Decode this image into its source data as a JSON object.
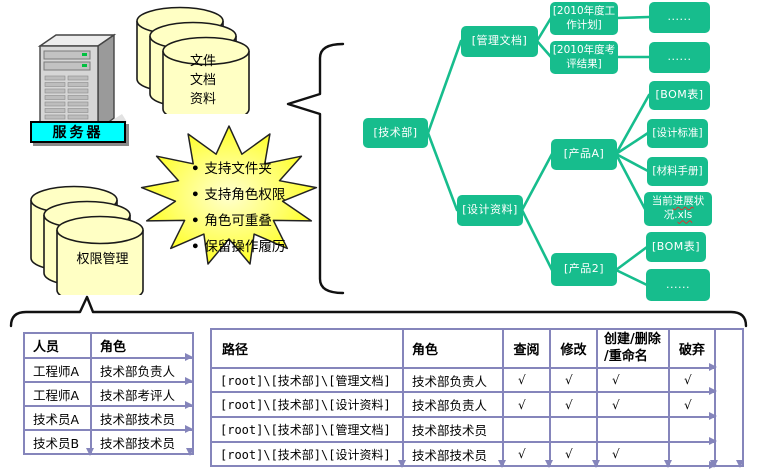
{
  "server": {
    "label": "服务器"
  },
  "datastores": {
    "files_label": "文件\n文档\n资料",
    "permissions_label": "权限管理"
  },
  "starburst": {
    "items": [
      "支持文件夹",
      "支持角色权限",
      "角色可重叠",
      "保留操作履历"
    ]
  },
  "tree": {
    "root": "[技术部]",
    "level2": {
      "mgmt": "[管理文档]",
      "design": "[设计资料]"
    },
    "level3": {
      "plan": "[2010年度工作计划]",
      "eval": "[2010年度考评结果]",
      "product_a": "[产品A]",
      "product_2": "[产品2]"
    },
    "level4": {
      "dots1": "......",
      "dots2": "......",
      "bom_a": "[BOM表]",
      "design_std": "[设计标准]",
      "material_manual": "[材料手册]",
      "progress_pre": "当前",
      "progress_sq1": "进展",
      "progress_mid": "状况.",
      "progress_sq2": "xls",
      "bom_2": "[BOM表]",
      "dots3": "......"
    }
  },
  "people_table": {
    "headers": [
      "人员",
      "角色"
    ],
    "rows": [
      [
        "工程师A",
        "技术部负责人"
      ],
      [
        "工程师A",
        "技术部考评人"
      ],
      [
        "技术员A",
        "技术部技术员"
      ],
      [
        "技术员B",
        "技术部技术员"
      ]
    ]
  },
  "acl_table": {
    "headers": [
      "路径",
      "角色",
      "查阅",
      "修改",
      "创建/删除\n/重命名",
      "破弃"
    ],
    "rows": [
      [
        "[root]\\[技术部]\\[管理文档]",
        "技术部负责人",
        "√",
        "√",
        "√",
        "√"
      ],
      [
        "[root]\\[技术部]\\[设计资料]",
        "技术部负责人",
        "√",
        "√",
        "√",
        "√"
      ],
      [
        "[root]\\[技术部]\\[管理文档]",
        "技术部技术员",
        "",
        "",
        "",
        ""
      ],
      [
        "[root]\\[技术部]\\[设计资料]",
        "技术部技术员",
        "√",
        "√",
        "√",
        ""
      ]
    ]
  },
  "colors": {
    "node_green": "#17bd8d",
    "table_border": "#8585bb",
    "label_cyan": "#00ffff",
    "cylinder_yellow": "#ffffc4",
    "starburst_yellow": "#ffff00"
  }
}
